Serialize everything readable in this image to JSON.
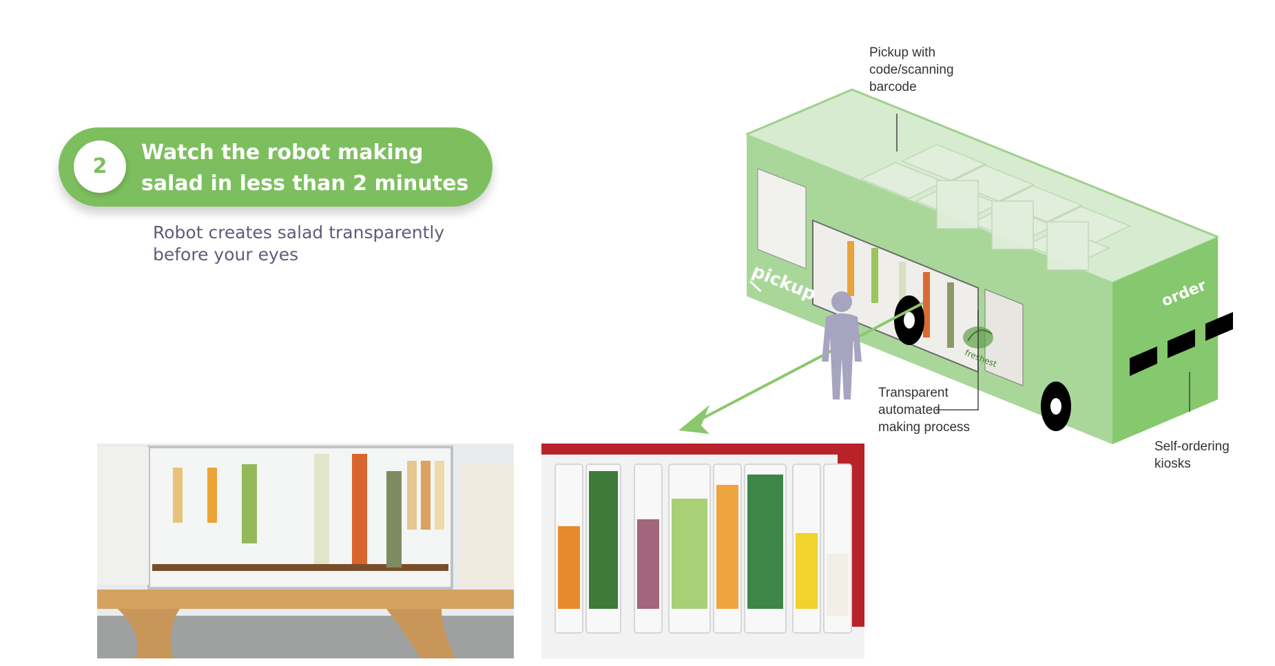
{
  "step": {
    "number": "2",
    "title_line1": "Watch the robot making",
    "title_line2": "salad in less than 2 minutes",
    "subtitle_line1": "Robot creates salad transparently",
    "subtitle_line2": "before your eyes"
  },
  "bus": {
    "pickup_text": "pickup",
    "order_text": "order",
    "brand_text": "freshest"
  },
  "callouts": {
    "pickup": [
      "Pickup with",
      "code/scanning",
      "barcode"
    ],
    "transparent": [
      "Transparent",
      "automated",
      "making process"
    ],
    "kiosks": [
      "Self-ordering",
      "kiosks"
    ]
  },
  "colors": {
    "accent_green": "#7dbf5e",
    "subtitle_text": "#5f5c78",
    "person": "#a7a4c0"
  },
  "icons": {
    "person": "person-icon",
    "leaf": "leaf-logo-icon",
    "arrow": "arrow-icon"
  }
}
